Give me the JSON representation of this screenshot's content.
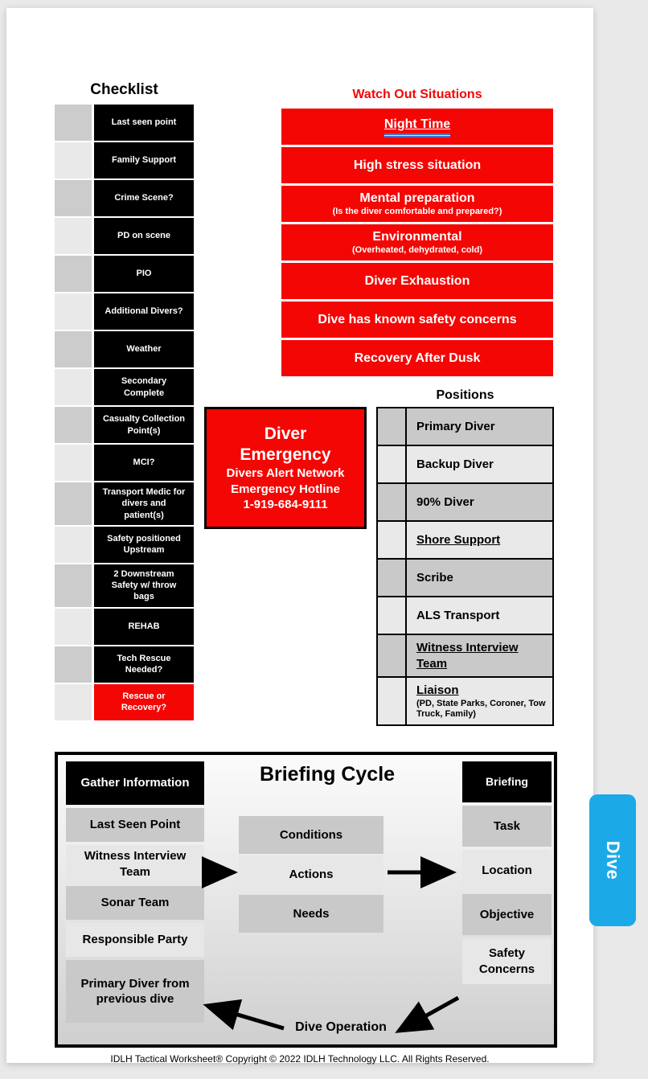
{
  "checklist": {
    "title": "Checklist",
    "items": [
      {
        "label": "Last seen point"
      },
      {
        "label": "Family Support"
      },
      {
        "label": "Crime Scene?"
      },
      {
        "label": "PD on scene"
      },
      {
        "label": "PIO"
      },
      {
        "label": "Additional Divers?"
      },
      {
        "label": "Weather"
      },
      {
        "label": "Secondary Complete"
      },
      {
        "label": "Casualty Collection Point(s)"
      },
      {
        "label": "MCI?"
      },
      {
        "label": "Transport Medic for divers and patient(s)"
      },
      {
        "label": "Safety positioned Upstream"
      },
      {
        "label": "2 Downstream Safety w/ throw bags"
      },
      {
        "label": "REHAB"
      },
      {
        "label": "Tech Rescue Needed?"
      },
      {
        "label": "Rescue or Recovery?"
      }
    ]
  },
  "watch_out": {
    "title": "Watch Out Situations",
    "items": [
      {
        "label": "Night Time"
      },
      {
        "label": "High stress situation"
      },
      {
        "label": "Mental preparation",
        "sub": "(Is the diver comfortable and prepared?)"
      },
      {
        "label": "Environmental",
        "sub": "(Overheated, dehydrated, cold)"
      },
      {
        "label": "Diver Exhaustion"
      },
      {
        "label": "Dive has known safety concerns"
      },
      {
        "label": "Recovery After Dusk"
      }
    ]
  },
  "diver_emergency": {
    "title": "Diver Emergency",
    "line1": "Divers Alert Network",
    "line2": "Emergency Hotline",
    "line3": "1-919-684-9111"
  },
  "positions": {
    "title": "Positions",
    "items": [
      {
        "label": "Primary Diver"
      },
      {
        "label": "Backup Diver"
      },
      {
        "label": "90% Diver"
      },
      {
        "label": "Shore Support"
      },
      {
        "label": "Scribe"
      },
      {
        "label": "ALS Transport"
      },
      {
        "label": "Witness Interview Team"
      },
      {
        "label": "Liaison",
        "sub": "(PD, State Parks, Coroner, Tow Truck, Family)"
      }
    ]
  },
  "briefing_cycle": {
    "title": "Briefing Cycle",
    "gather_header": "Gather Information",
    "gather_items": [
      {
        "label": "Last Seen Point"
      },
      {
        "label": "Witness Interview Team"
      },
      {
        "label": "Sonar Team"
      },
      {
        "label": "Responsible Party"
      },
      {
        "label": "Primary Diver from previous dive"
      }
    ],
    "middle_items": [
      {
        "label": "Conditions"
      },
      {
        "label": "Actions"
      },
      {
        "label": "Needs"
      }
    ],
    "briefing_header": "Briefing",
    "briefing_items": [
      {
        "label": "Task"
      },
      {
        "label": "Location"
      },
      {
        "label": "Objective"
      },
      {
        "label": "Safety Concerns"
      }
    ],
    "dive_operation_label": "Dive Operation"
  },
  "side_tab": {
    "label": "Dive"
  },
  "footer": {
    "text": "IDLH Tactical Worksheet®  Copyright © 2022 IDLH Technology LLC. All Rights Reserved."
  },
  "colors": {
    "alert_red": "#f40604",
    "tab_blue": "#1ca9e8",
    "row_dark": "#c9c9c9",
    "row_light": "#e9e9e9",
    "black": "#000000",
    "underline_accent_blue": "#4472c4"
  }
}
